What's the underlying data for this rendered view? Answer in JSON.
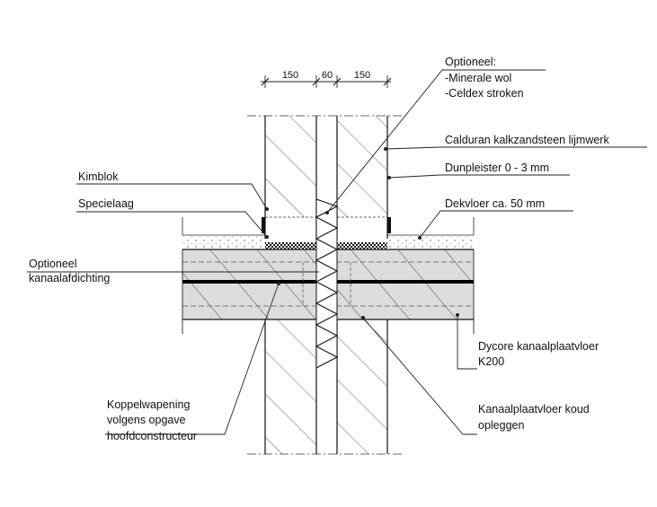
{
  "dimensions": [
    "150",
    "60",
    "150"
  ],
  "labels": {
    "optioneel_title": "Optioneel:",
    "minerale_wol": "-Minerale wol",
    "celdex": "-Celdex stroken",
    "calduran": "Calduran kalkzandsteen lijmwerk",
    "dunpleister": "Dunpleister 0 - 3 mm",
    "dekvloer": "Dekvloer ca. 50 mm",
    "kimblok": "Kimblok",
    "specielaag": "Specielaag",
    "kanaal_line1": "Optioneel",
    "kanaal_line2": "kanaalafdichting",
    "dycore_line1": "Dycore kanaalplaatvloer",
    "dycore_line2": "K200",
    "koppel_line1": "Koppelwapening",
    "koppel_line2": "volgens opgave",
    "koppel_line3": "hoofdconstructeur",
    "koud_line1": "Kanaalplaatvloer koud",
    "koud_line2": "opleggen"
  }
}
